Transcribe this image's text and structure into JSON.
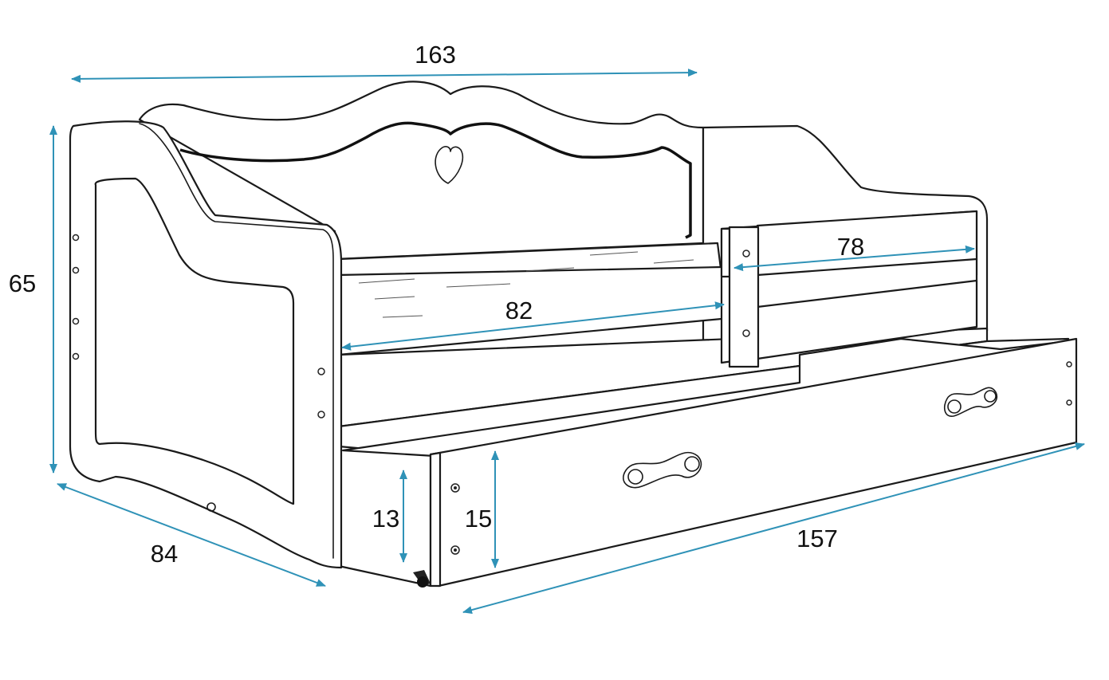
{
  "diagram": {
    "accent_color": "#2f92b7",
    "dimensions": [
      {
        "id": "total-length",
        "label": "163"
      },
      {
        "id": "total-height",
        "label": "65"
      },
      {
        "id": "depth",
        "label": "84"
      },
      {
        "id": "guard-rail-length",
        "label": "78"
      },
      {
        "id": "sleeping-area-width",
        "label": "82"
      },
      {
        "id": "drawer-inner-height",
        "label": "13"
      },
      {
        "id": "drawer-front-height",
        "label": "15"
      },
      {
        "id": "drawer-length",
        "label": "157"
      }
    ],
    "icons": [
      "heart-icon",
      "drawer-handle-icon",
      "screw-icon",
      "castor-wheel-icon"
    ]
  }
}
